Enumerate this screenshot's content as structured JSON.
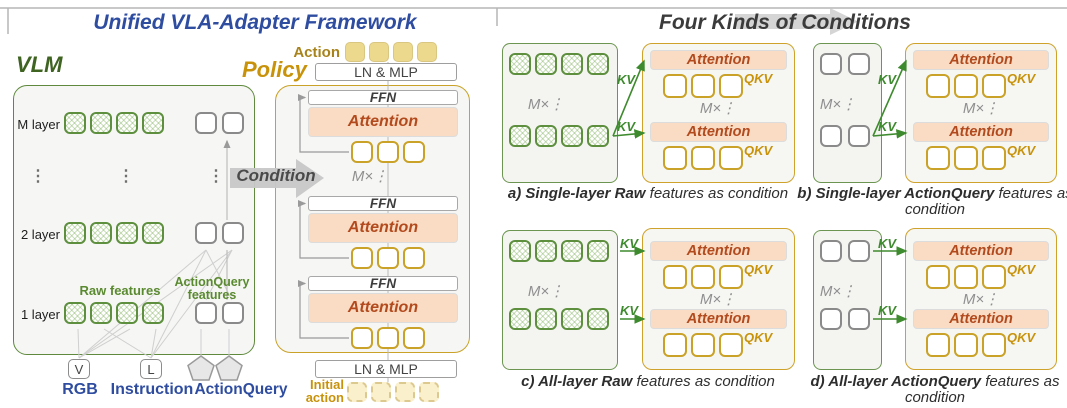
{
  "titles": {
    "left": "Unified VLA-Adapter Framework",
    "right": "Four Kinds of Conditions"
  },
  "labels": {
    "vlm": "VLM",
    "policy": "Policy",
    "condition": "Condition",
    "action": "Action",
    "initial_action": "Initial\naction",
    "ln_mlp": "LN & MLP",
    "ffn": "FFN",
    "attention": "Attention",
    "m_times": "M×⋮",
    "ellipsis": "⋮",
    "kv": "KV",
    "qkv": "QKV",
    "raw_features": "Raw features",
    "actionquery_features": "ActionQuery\nfeatures"
  },
  "vlm": {
    "layers": [
      "M layer",
      "2 layer",
      "1 layer"
    ],
    "inputs": {
      "v": "V",
      "l": "L",
      "rgb": "RGB",
      "instruction": "Instruction",
      "actionquery": "ActionQuery"
    }
  },
  "panels": [
    {
      "caption_bold": "a) Single-layer Raw",
      "caption_rest": " features as condition"
    },
    {
      "caption_bold": "b) Single-layer ActionQuery",
      "caption_rest": " features as condition"
    },
    {
      "caption_bold": "c) All-layer Raw",
      "caption_rest": " features as condition"
    },
    {
      "caption_bold": "d) All-layer ActionQuery",
      "caption_rest": " features as condition"
    }
  ],
  "colors": {
    "title_blue": "#2f4da0",
    "vlm_green": "#3f6422",
    "policy_gold": "#c8930b",
    "square_green": "#5d8f3e",
    "square_gray": "#8a8a8a",
    "square_gold": "#c9a227",
    "attention_bg": "#f9dcc3",
    "attention_text": "#b34a1e",
    "kv_green": "#3e8a2e"
  }
}
